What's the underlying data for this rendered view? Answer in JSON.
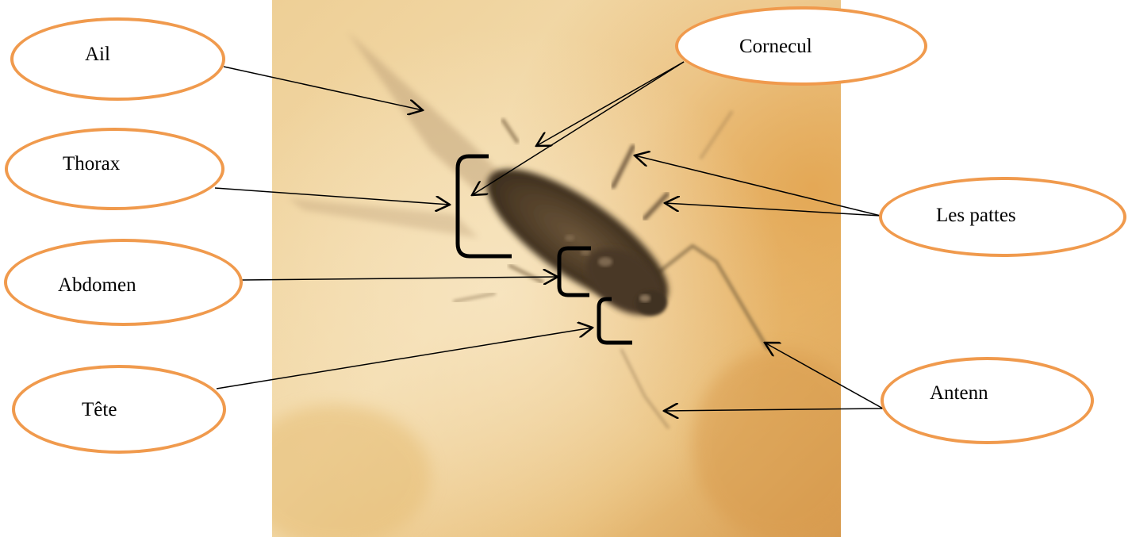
{
  "labels": {
    "wing": "Ail",
    "thorax": "Thorax",
    "abdomen": "Abdomen",
    "head": "Tête",
    "cornicle": "Cornecul",
    "legs": "Les pattes",
    "antenna": "Antenn"
  },
  "colors": {
    "bubble_border": "#f09a4d",
    "photo_light": "#f2d7a4",
    "photo_mid": "#e6b468",
    "photo_dark": "#c98a3a",
    "insect_body": "#4a3a28",
    "arrow": "#000000"
  }
}
